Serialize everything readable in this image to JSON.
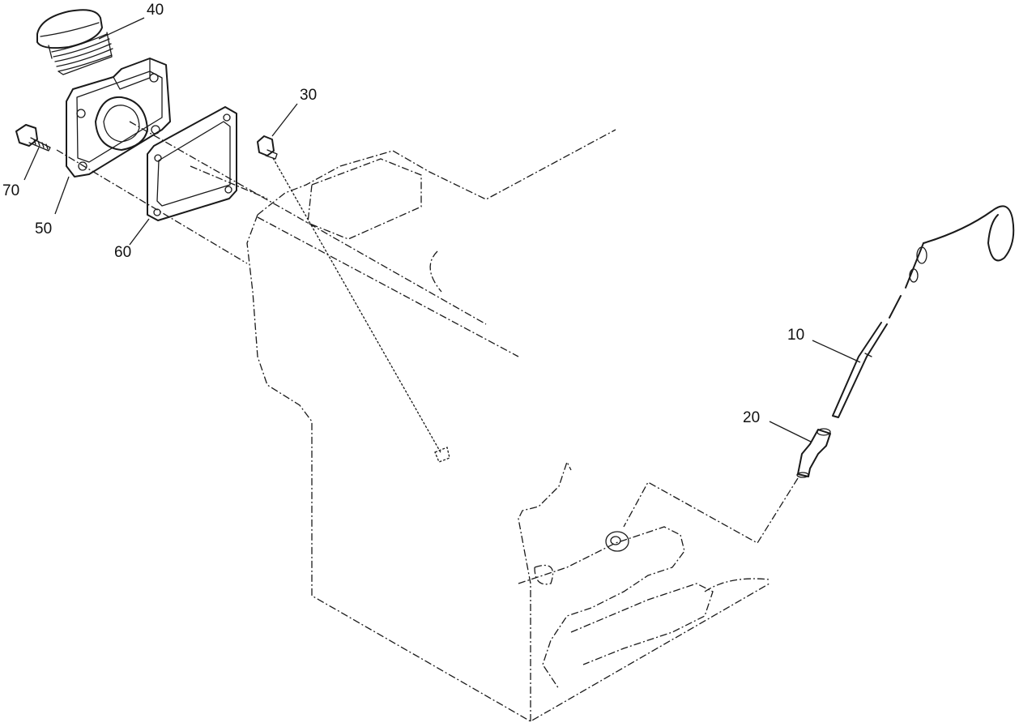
{
  "callouts": {
    "dipstick": "10",
    "dipstick_tube": "20",
    "plug": "30",
    "filler_cap": "40",
    "filler_housing": "50",
    "gasket": "60",
    "screw": "70"
  }
}
